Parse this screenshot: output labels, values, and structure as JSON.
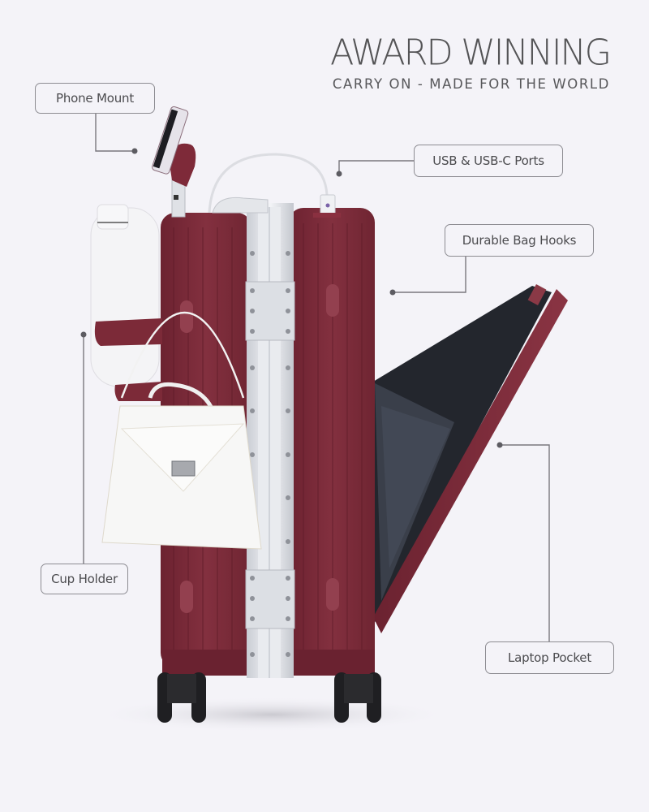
{
  "headline": {
    "title": "AWARD WINNING",
    "subtitle": "CARRY ON - MADE FOR THE WORLD"
  },
  "callouts": [
    {
      "id": "phone-mount",
      "label": "Phone Mount"
    },
    {
      "id": "usb-ports",
      "label": "USB & USB-C Ports"
    },
    {
      "id": "bag-hooks",
      "label": "Durable Bag Hooks"
    },
    {
      "id": "cup-holder",
      "label": "Cup Holder"
    },
    {
      "id": "laptop-pocket",
      "label": "Laptop Pocket"
    }
  ],
  "product": {
    "name": "carry-on suitcase",
    "shell_color": "#7b2a38",
    "frame_color": "#dfe1e6",
    "background_color": "#f4f3f8",
    "accessories": [
      "phone",
      "water-bottle",
      "white-handbag",
      "usb-cable"
    ]
  }
}
